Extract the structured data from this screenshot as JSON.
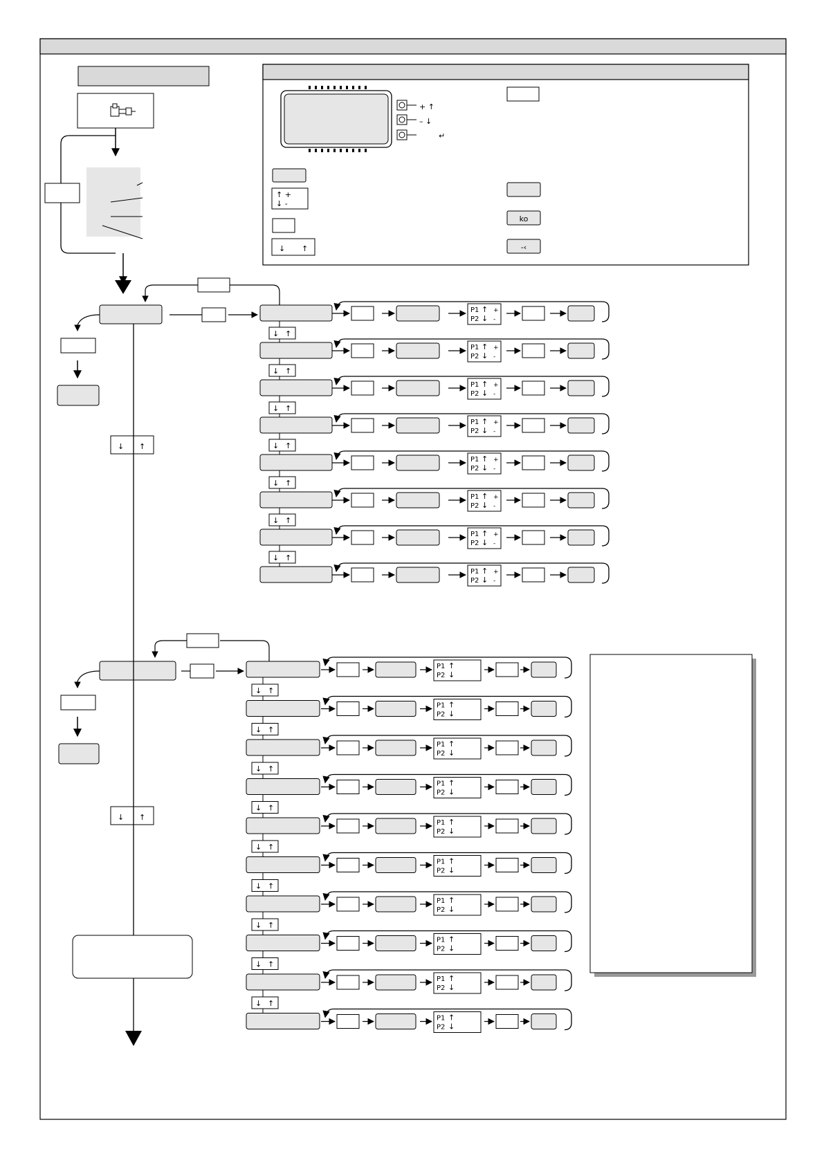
{
  "header": {
    "title": ""
  },
  "flow_section_label": "",
  "legend": {
    "title": "",
    "keys": {
      "plus_up": "+ ↑",
      "minus_down": "– ↓",
      "enter": "↵"
    },
    "symbols": {
      "updown_pm": {
        "up": "↑ +",
        "down": "↓ -"
      },
      "down_up": {
        "down": "↓",
        "up": "↑"
      },
      "ko": "ko",
      "dash_arrow": "-‹"
    }
  },
  "nav_key": {
    "down": "↓",
    "up": "↑"
  },
  "group_a": {
    "rows": 8,
    "param_labels": {
      "p1": "P1",
      "p2": "P2",
      "plus": "+",
      "minus": "-",
      "up": "↑",
      "down": "↓"
    }
  },
  "group_b": {
    "rows": 10,
    "param_labels": {
      "p1": "P1",
      "p2": "P2",
      "up": "↑",
      "down": "↓"
    }
  },
  "notes": {
    "text": ""
  },
  "icons": [
    "plug-icon",
    "arrow-up-icon",
    "arrow-down-icon",
    "enter-icon",
    "knob-icon",
    "flow-arrow-icon"
  ],
  "colors": {
    "frame": "#000000",
    "header_fill": "#d9d9d9",
    "box_fill": "#e6e6e6",
    "shadow": "#999999"
  }
}
